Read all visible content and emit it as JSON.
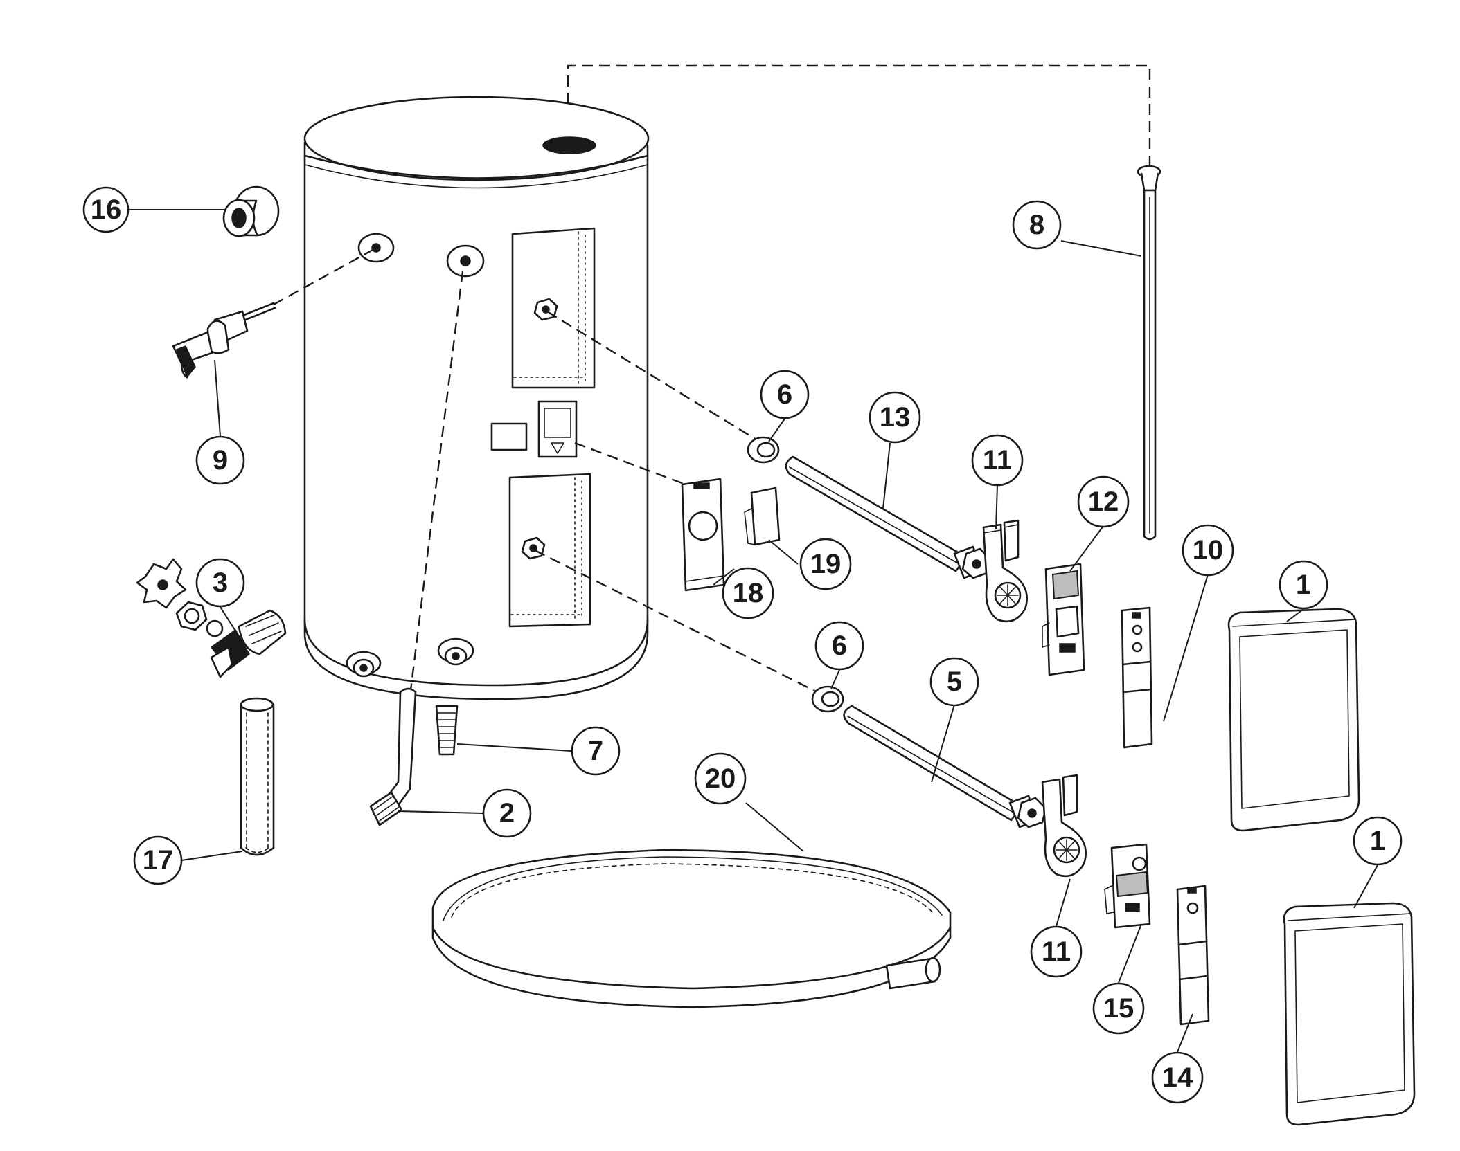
{
  "diagram": {
    "callouts": [
      {
        "id": "c16",
        "label": "16"
      },
      {
        "id": "c9",
        "label": "9"
      },
      {
        "id": "c3",
        "label": "3"
      },
      {
        "id": "c17",
        "label": "17"
      },
      {
        "id": "c2",
        "label": "2"
      },
      {
        "id": "c7",
        "label": "7"
      },
      {
        "id": "c8",
        "label": "8"
      },
      {
        "id": "c6a",
        "label": "6"
      },
      {
        "id": "c13",
        "label": "13"
      },
      {
        "id": "c11a",
        "label": "11"
      },
      {
        "id": "c12",
        "label": "12"
      },
      {
        "id": "c10",
        "label": "10"
      },
      {
        "id": "c1a",
        "label": "1"
      },
      {
        "id": "c18",
        "label": "18"
      },
      {
        "id": "c19",
        "label": "19"
      },
      {
        "id": "c6b",
        "label": "6"
      },
      {
        "id": "c5",
        "label": "5"
      },
      {
        "id": "c20",
        "label": "20"
      },
      {
        "id": "c11b",
        "label": "11"
      },
      {
        "id": "c15",
        "label": "15"
      },
      {
        "id": "c14",
        "label": "14"
      },
      {
        "id": "c1b",
        "label": "1"
      }
    ]
  }
}
